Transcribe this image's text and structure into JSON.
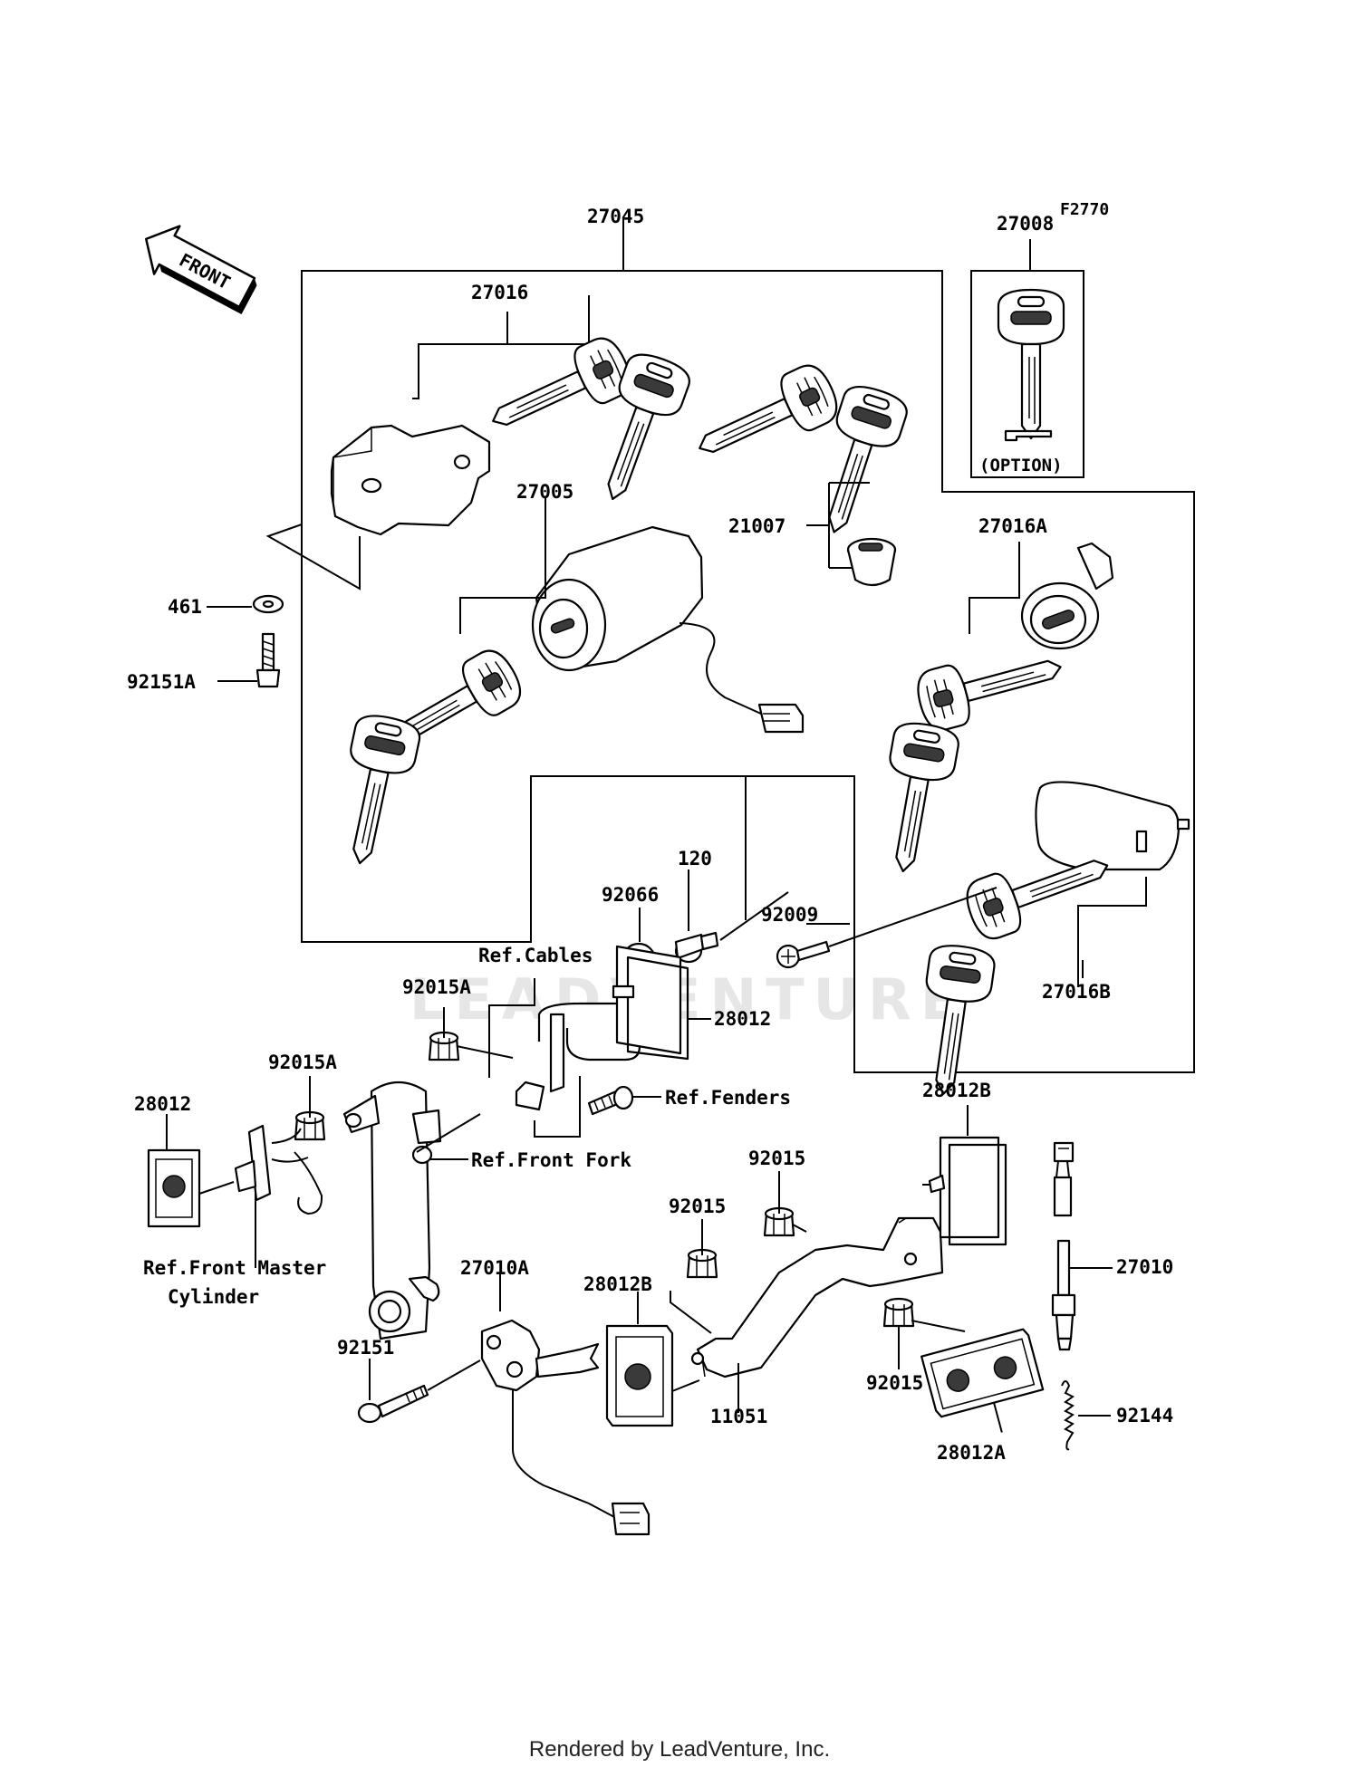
{
  "diagram_code": "F2770",
  "front_label": "FRONT",
  "option_label": "(OPTION)",
  "watermark": "LEADVENTURE",
  "footer": "Rendered by LeadVenture, Inc.",
  "parts": {
    "p27045": "27045",
    "p27016": "27016",
    "p27008": "27008",
    "p27005": "27005",
    "p21007": "21007",
    "p27016A": "27016A",
    "p461": "461",
    "p92151A": "92151A",
    "p120": "120",
    "p92066": "92066",
    "p92009": "92009",
    "p27016B": "27016B",
    "p92015A_1": "92015A",
    "p92015A_2": "92015A",
    "p28012_1": "28012",
    "p28012_2": "28012",
    "p28012B_1": "28012B",
    "p28012B_2": "28012B",
    "p92015_1": "92015",
    "p92015_2": "92015",
    "p92015_3": "92015",
    "p27010": "27010",
    "p27010A": "27010A",
    "p92151": "92151",
    "p11051": "11051",
    "p28012A": "28012A",
    "p92144": "92144"
  },
  "refs": {
    "cables": "Ref.Cables",
    "fenders": "Ref.Fenders",
    "front_fork": "Ref.Front Fork",
    "front_master_1": "Ref.Front Master",
    "front_master_2": "Cylinder"
  }
}
